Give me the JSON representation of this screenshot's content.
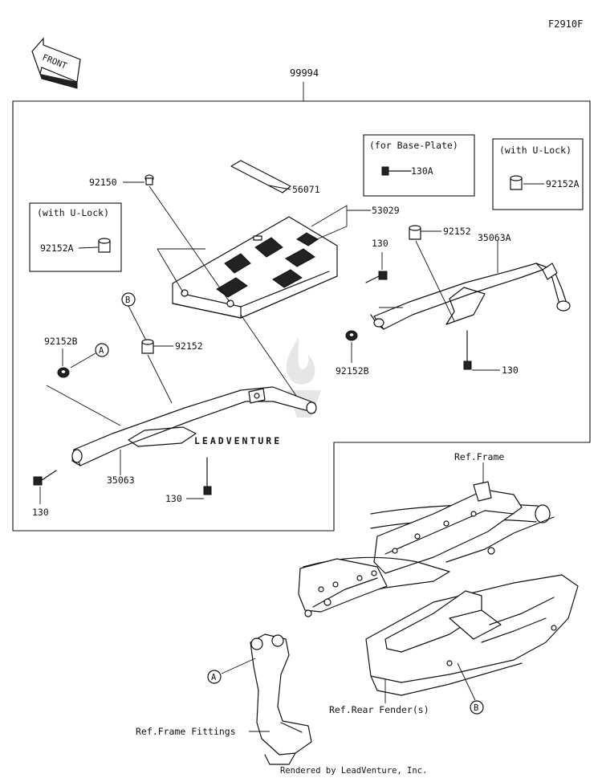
{
  "figure_code": "F2910F",
  "front_label": "FRONT",
  "kit_number": "99994",
  "watermark": "LEADVENTURE",
  "footer": "Rendered by LeadVenture, Inc.",
  "notes": {
    "base_plate": "(for Base-Plate)",
    "u_lock_right": "(with U-Lock)",
    "u_lock_left": "(with U-Lock)"
  },
  "callouts": {
    "c92150": "92150",
    "c56071": "56071",
    "c53029": "53029",
    "c130A": "130A",
    "c92152A_right": "92152A",
    "c92152A_left": "92152A",
    "c130_top": "130",
    "c92152_top": "92152",
    "c35063A": "35063A",
    "c92152_left": "92152",
    "c92152B_left": "92152B",
    "c92152B_right": "92152B",
    "c130_right": "130",
    "c35063": "35063",
    "c130_left": "130",
    "c130_bottom": "130",
    "ref_frame": "Ref.Frame",
    "ref_rear_fender": "Ref.Rear Fender(s)",
    "ref_frame_fittings": "Ref.Frame Fittings",
    "marker_a_top": "A",
    "marker_b_top": "B",
    "marker_a_bottom": "A",
    "marker_b_bottom": "B"
  }
}
